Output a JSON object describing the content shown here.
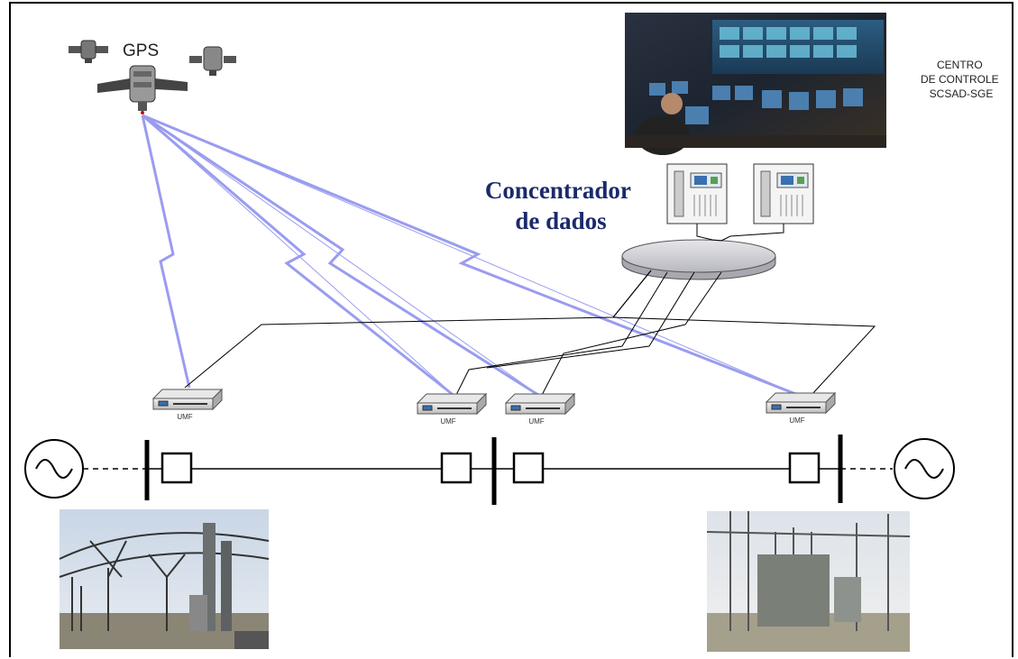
{
  "gps": {
    "label": "GPS"
  },
  "control_center": {
    "lines": [
      "CENTRO",
      "DE CONTROLE",
      "SCSAD-SGE"
    ]
  },
  "concentrator": {
    "lines": [
      "Concentrador",
      "de dados"
    ]
  },
  "pmus": [
    {
      "label": "UMF"
    },
    {
      "label": "UMF"
    },
    {
      "label": "UMF"
    },
    {
      "label": "UMF"
    }
  ],
  "colors": {
    "radio_link": "#9a9cf0",
    "concentrator_text": "#1b2a6b",
    "line": "#000000"
  }
}
